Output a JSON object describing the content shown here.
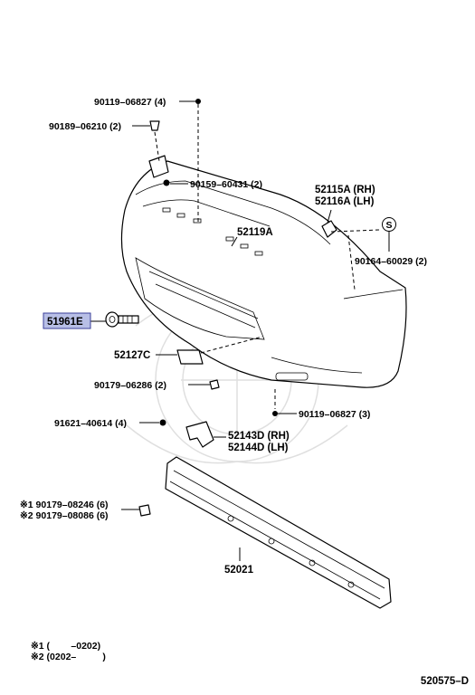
{
  "labels": {
    "p_90119_06827_top": "90119–06827 (4)",
    "p_90189_06210": "90189–06210 (2)",
    "p_90159_60431": "90159–60431 (2)",
    "p_52115A": "52115A (RH)",
    "p_52116A": "52116A (LH)",
    "p_52119A": "52119A",
    "p_S_symbol": "S",
    "p_90164_60029": "90164–60029 (2)",
    "p_51961E": "51961E",
    "p_52127C": "52127C",
    "p_90179_06286": "90179–06286 (2)",
    "p_90119_06827_bottom": "90119–06827 (3)",
    "p_91621_40614": "91621–40614 (4)",
    "p_52143D": "52143D (RH)",
    "p_52144D": "52144D (LH)",
    "p_note1_part": "※1 90179–08246 (6)",
    "p_note2_part": "※2 90179–08086 (6)",
    "p_52021": "52021"
  },
  "notes": {
    "note1": "※1 (        –0202)",
    "note2": "※2 (0202–          )"
  },
  "diagram_ref": "520575–D",
  "colors": {
    "highlight_fill": "#b8bfe6",
    "highlight_stroke": "#3a3f9a"
  }
}
